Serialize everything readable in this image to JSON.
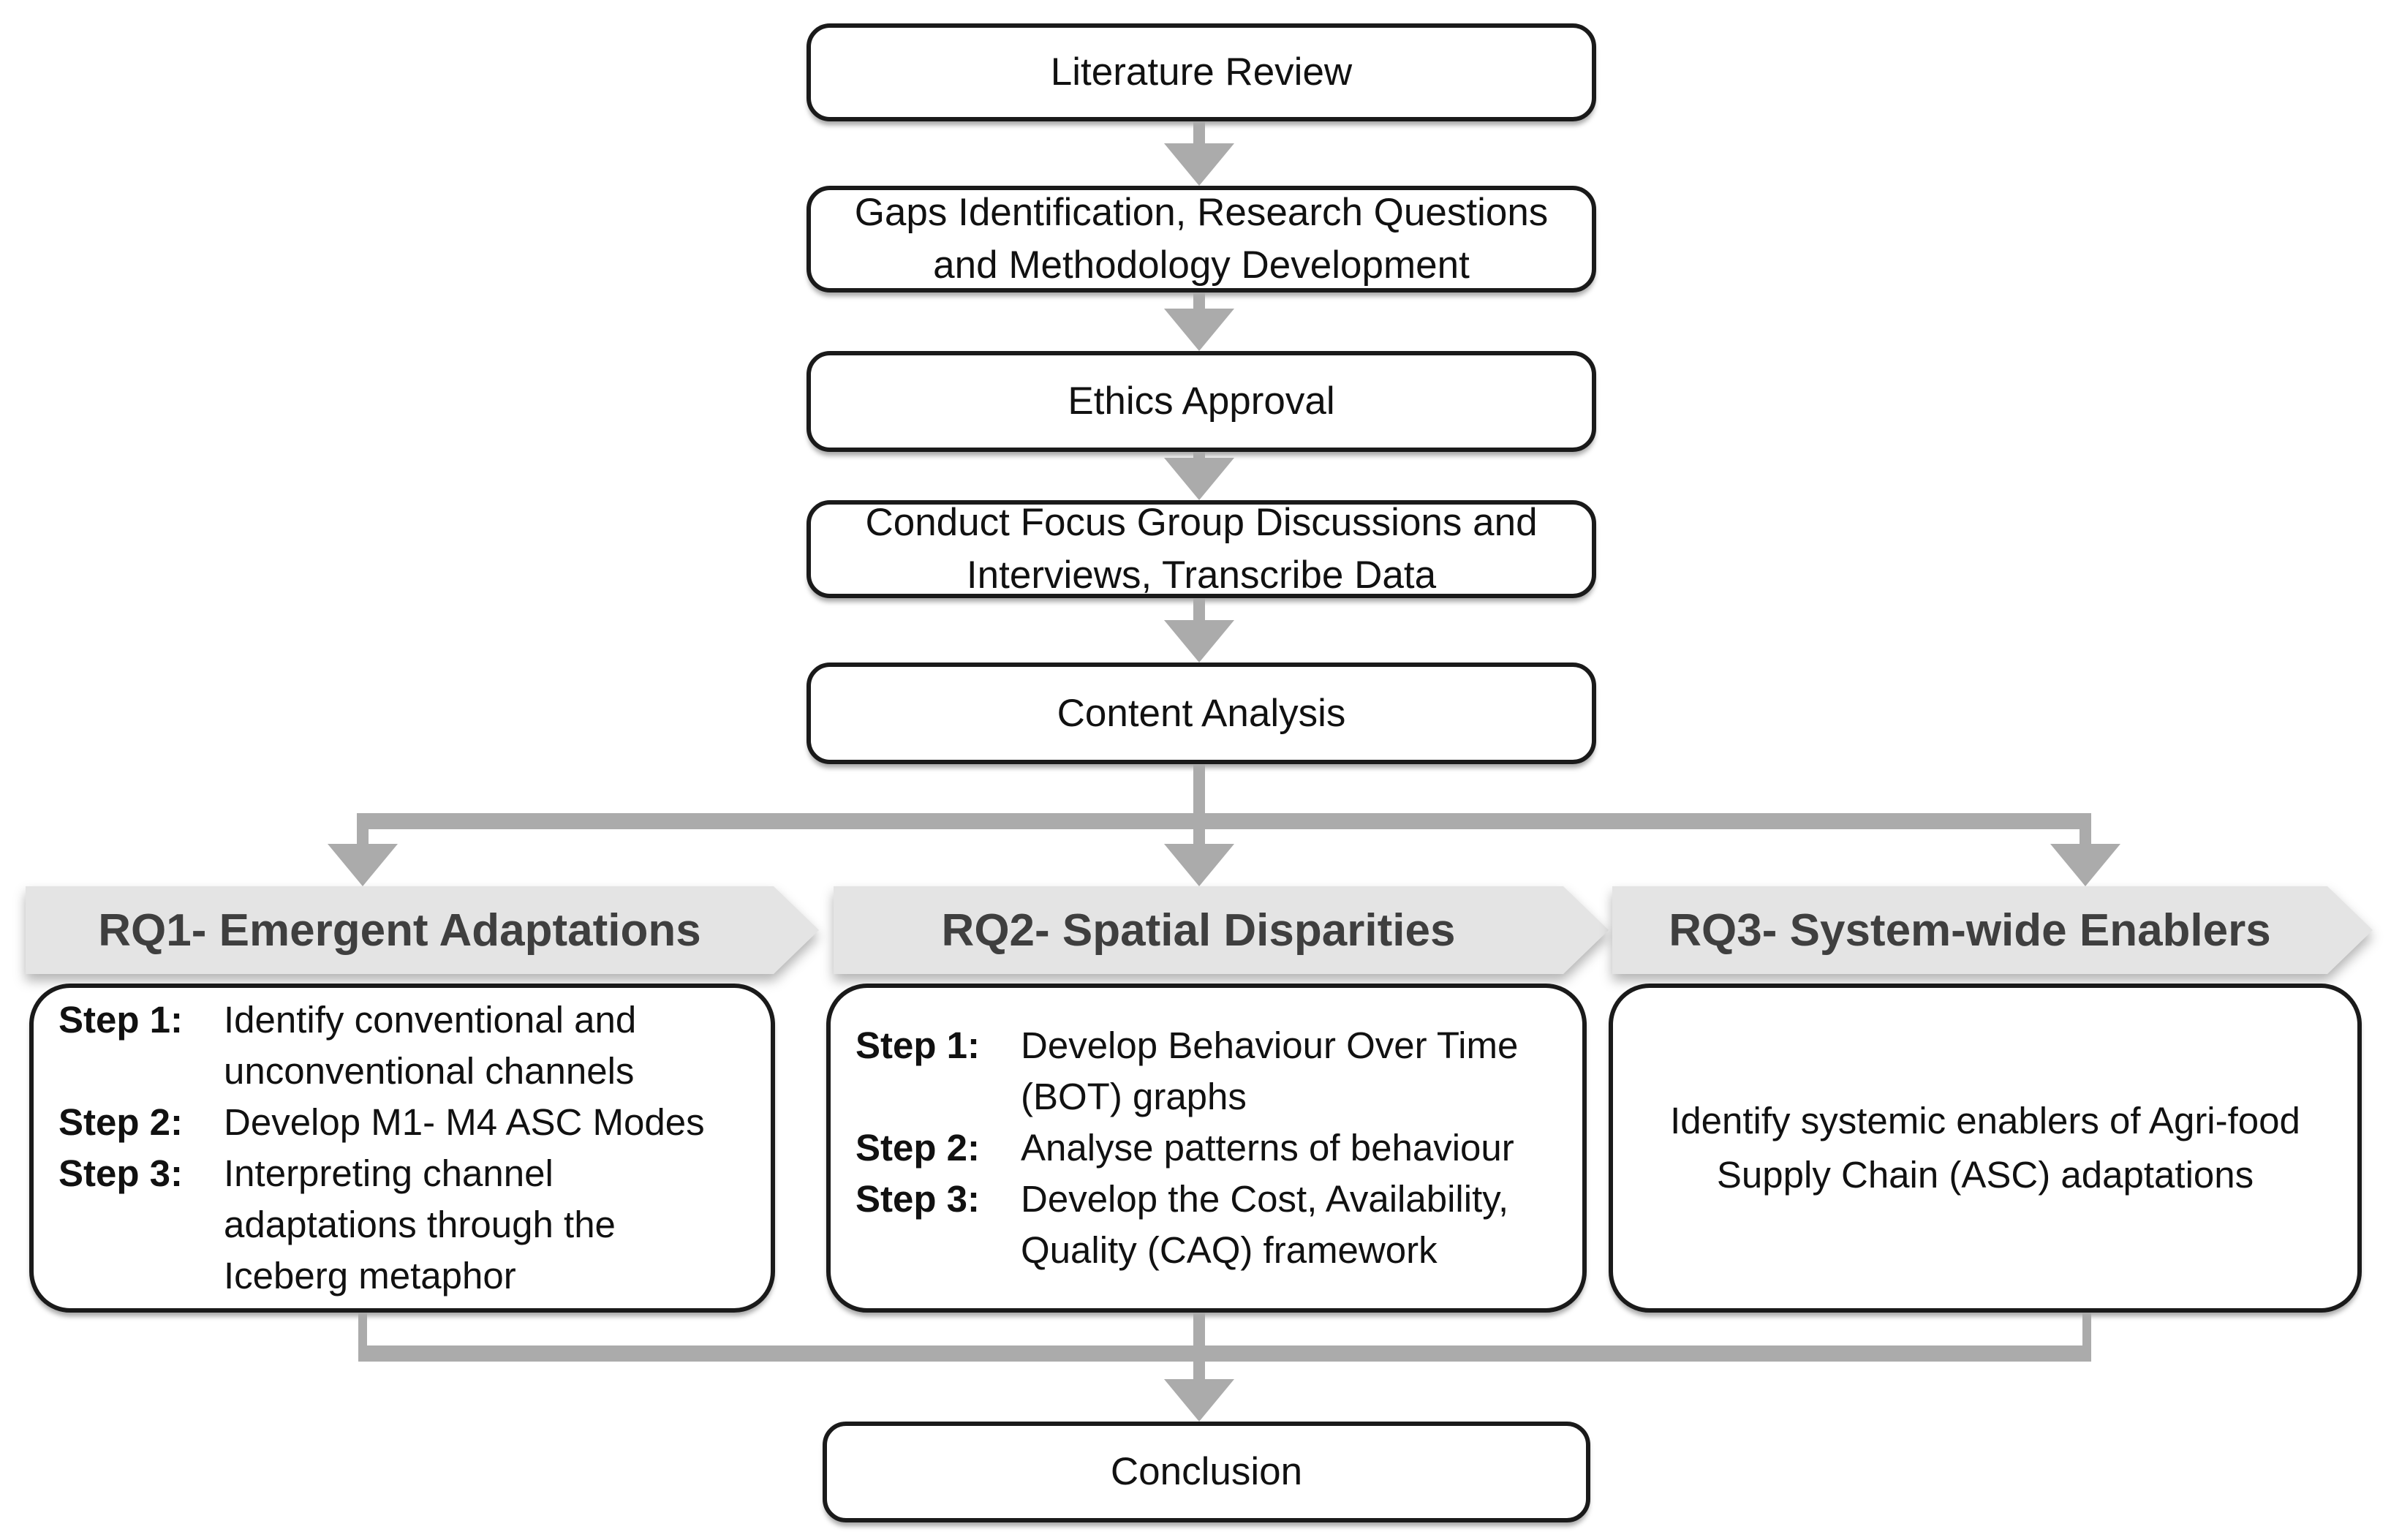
{
  "flow": {
    "nodes": [
      {
        "label": "Literature Review"
      },
      {
        "label": "Gaps Identification, Research Questions\nand Methodology Development"
      },
      {
        "label": "Ethics Approval"
      },
      {
        "label": "Conduct Focus Group Discussions and\nInterviews, Transcribe Data"
      },
      {
        "label": "Content Analysis"
      }
    ],
    "branches": [
      {
        "header": "RQ1- Emergent Adaptations",
        "steps": [
          {
            "label": "Step 1:",
            "text": "Identify conventional and\nunconventional channels"
          },
          {
            "label": "Step 2:",
            "text": "Develop M1- M4 ASC Modes"
          },
          {
            "label": "Step 3:",
            "text": "Interpreting channel\nadaptations through the\nIceberg metaphor"
          }
        ]
      },
      {
        "header": "RQ2- Spatial Disparities",
        "steps": [
          {
            "label": "Step 1:",
            "text": "Develop Behaviour Over Time\n(BOT) graphs"
          },
          {
            "label": "Step 2:",
            "text": "Analyse patterns of behaviour"
          },
          {
            "label": "Step 3:",
            "text": "Develop the Cost, Availability,\nQuality (CAQ) framework"
          }
        ]
      },
      {
        "header": "RQ3- System-wide Enablers",
        "body": "Identify systemic enablers of Agri-food\nSupply Chain (ASC) adaptations"
      }
    ],
    "conclusion": {
      "label": "Conclusion"
    },
    "colors": {
      "arrow": "#ababab",
      "banner_fill": "#e4e4e4",
      "banner_text": "#3f3f3f",
      "box_border": "#1a1a1a",
      "box_fill": "#ffffff",
      "text": "#111111",
      "background": "#ffffff"
    }
  }
}
